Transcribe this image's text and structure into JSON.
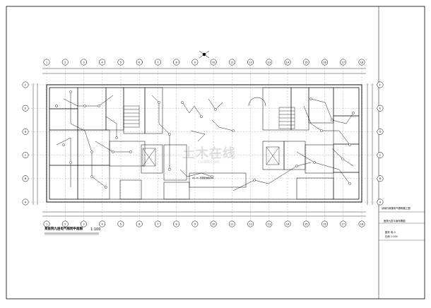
{
  "drawing": {
    "title": "某医院九层电气照明平面图",
    "scale": "1:100",
    "project_info": [
      "京南行政楼电气照明施工图",
      "医院九层平面布置图"
    ],
    "sheet_info": [
      "图号 电-9",
      "比例 1:100"
    ],
    "room_note": "WL 1F~照明配电箱AL9",
    "watermark": "土木在线",
    "watermark_sub": "coi88.com"
  },
  "axes": {
    "top": [
      "1",
      "2",
      "3",
      "4",
      "5",
      "6",
      "7",
      "8",
      "9",
      "10",
      "11",
      "12",
      "13",
      "14",
      "15",
      "16",
      "17",
      "18"
    ],
    "left": [
      "F",
      "E",
      "D",
      "C",
      "B",
      "A"
    ]
  },
  "colors": {
    "ink": "#000000",
    "paper": "#ffffff"
  }
}
